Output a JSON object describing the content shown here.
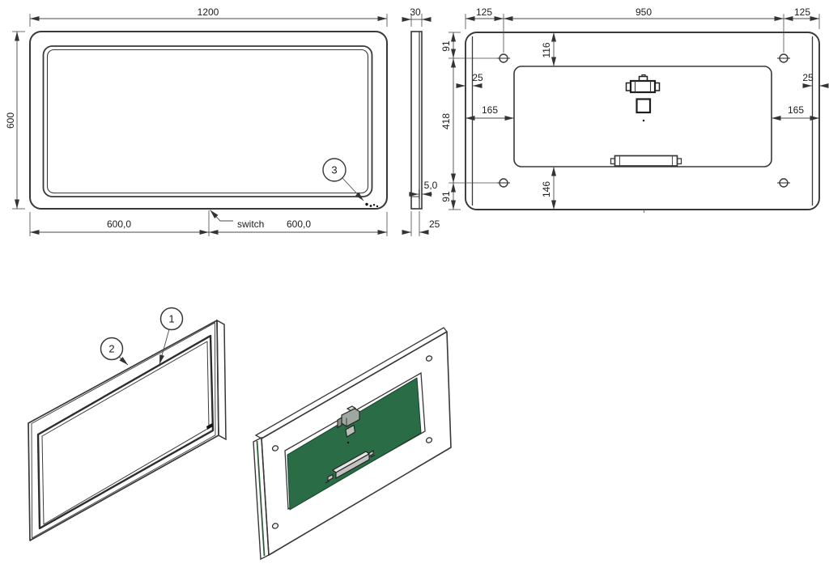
{
  "colors": {
    "pcb_green": "#2a6c45",
    "mirror_gray": "#a9aba8",
    "panel_gray": "#d7d7d7",
    "line_dark": "#383838"
  },
  "front_view": {
    "dim_width": "1200",
    "dim_height": "600",
    "dim_bottom_left": "600,0",
    "dim_bottom_right": "600,0",
    "switch_label": "switch",
    "balloon_sensor": "3"
  },
  "side_view": {
    "dim_depth": "30",
    "dim_glass": "5,0",
    "dim_frame": "25"
  },
  "back_view": {
    "dim_top_left": "125",
    "dim_top_center": "950",
    "dim_top_right": "125",
    "dim_left_top": "91",
    "dim_left_middle": "418",
    "dim_left_bottom": "91",
    "dim_edge_left": "25",
    "dim_edge_right": "25",
    "dim_recess_left": "165",
    "dim_recess_right": "165",
    "dim_recess_top": "116",
    "dim_recess_bottom": "146"
  },
  "iso_front_view": {
    "balloon_led_frame": "1",
    "balloon_outer_frame": "2"
  }
}
